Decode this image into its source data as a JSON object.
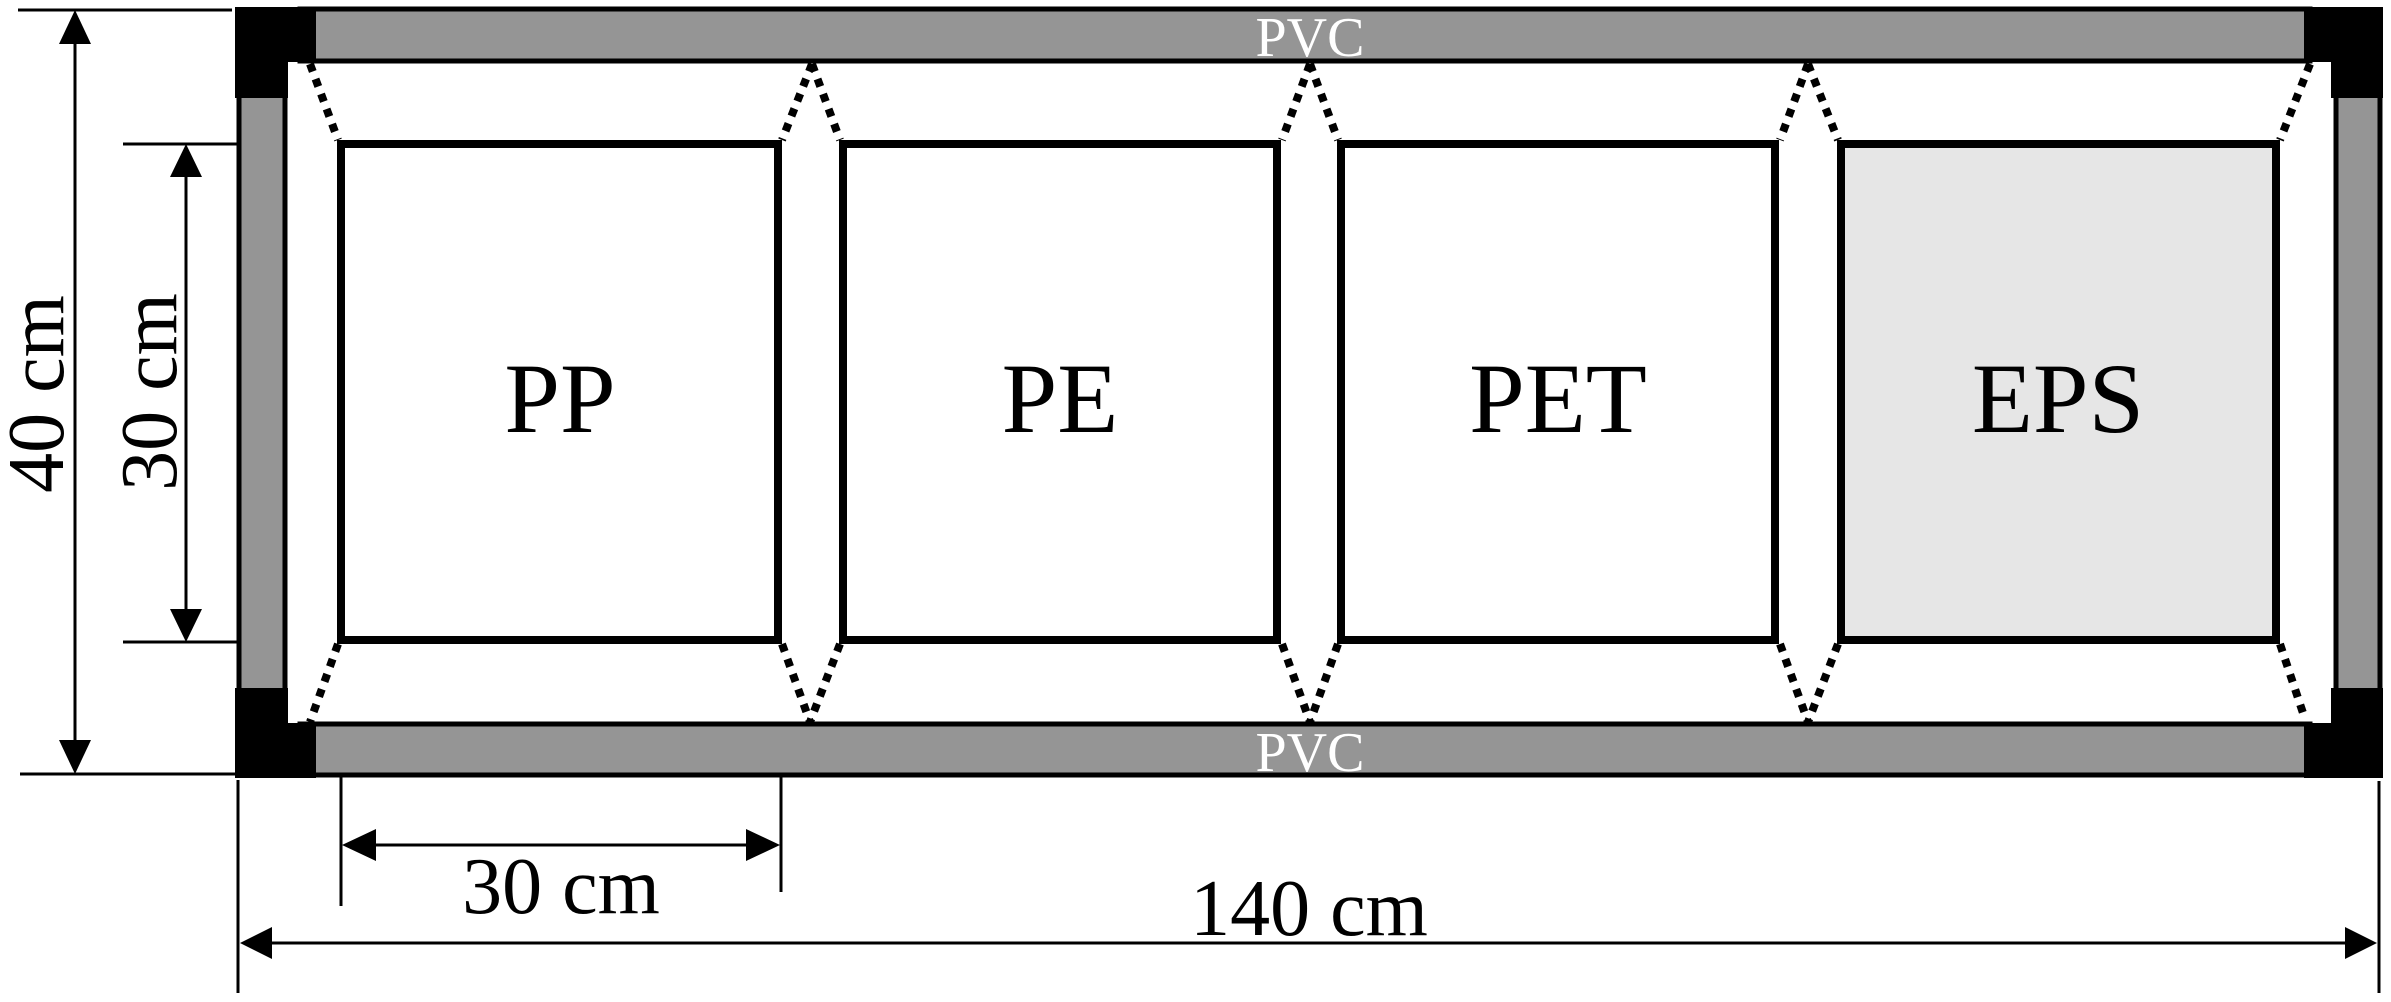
{
  "diagram": {
    "type": "schematic-top-view",
    "colors": {
      "frame_bar": "#959595",
      "corner_joint": "#000000",
      "sample_box_fill": "#ffffff",
      "eps_box_fill": "#e6e6e6",
      "outline": "#000000",
      "pvc_text": "#ffffff"
    },
    "frame": {
      "top_bar_label": "PVC",
      "bottom_bar_label": "PVC"
    },
    "samples": [
      {
        "label": "PP"
      },
      {
        "label": "PE"
      },
      {
        "label": "PET"
      },
      {
        "label": "EPS"
      }
    ],
    "dimensions": {
      "overall_height": "40 cm",
      "sample_height": "30 cm",
      "sample_width": "30 cm",
      "overall_width": "140 cm"
    }
  }
}
